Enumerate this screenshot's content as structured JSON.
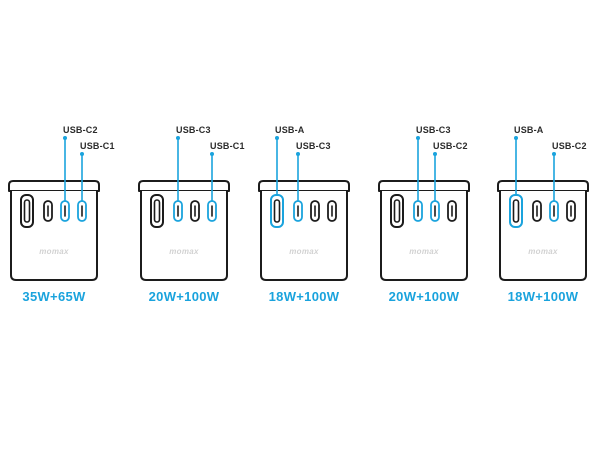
{
  "colors": {
    "accent": "#1aa3dd",
    "outline": "#1c1c1c",
    "brand": "#d2d2d2"
  },
  "brand": "momax",
  "configurations": [
    {
      "power": "35W+65W",
      "highlight": [
        2,
        3
      ],
      "callouts": [
        {
          "label": "USB-C2",
          "port": 2
        },
        {
          "label": "USB-C1",
          "port": 3
        }
      ]
    },
    {
      "power": "20W+100W",
      "highlight": [
        1,
        3
      ],
      "callouts": [
        {
          "label": "USB-C3",
          "port": 1
        },
        {
          "label": "USB-C1",
          "port": 3
        }
      ]
    },
    {
      "power": "18W+100W",
      "highlight": [
        0,
        1
      ],
      "callouts": [
        {
          "label": "USB-A",
          "port": 0
        },
        {
          "label": "USB-C3",
          "port": 1
        }
      ]
    },
    {
      "power": "20W+100W",
      "highlight": [
        1,
        2
      ],
      "callouts": [
        {
          "label": "USB-C3",
          "port": 1
        },
        {
          "label": "USB-C2",
          "port": 2
        }
      ]
    },
    {
      "power": "18W+100W",
      "highlight": [
        0,
        2
      ],
      "callouts": [
        {
          "label": "USB-A",
          "port": 0
        },
        {
          "label": "USB-C2",
          "port": 2
        }
      ]
    }
  ]
}
